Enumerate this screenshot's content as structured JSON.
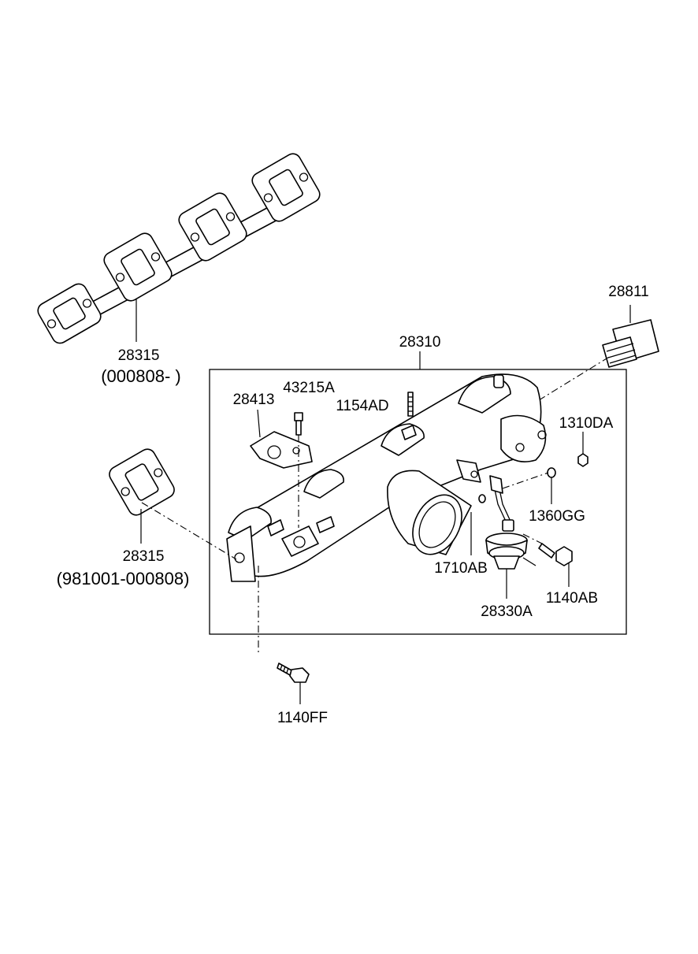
{
  "callouts": {
    "gasket_upper_part": "28315",
    "gasket_upper_code": "(000808- )",
    "manifold": "28310",
    "plug": "28811",
    "heat_shield": "28413",
    "stud_bolt_small": "43215A",
    "stud": "1154AD",
    "nut": "1310DA",
    "washer": "1360GG",
    "gasket_lower_part": "28315",
    "gasket_lower_code": "(981001-000808)",
    "pin": "1710AB",
    "actuator": "28330A",
    "bolt_actuator": "1140AB",
    "bolt_manifold": "1140FF"
  }
}
